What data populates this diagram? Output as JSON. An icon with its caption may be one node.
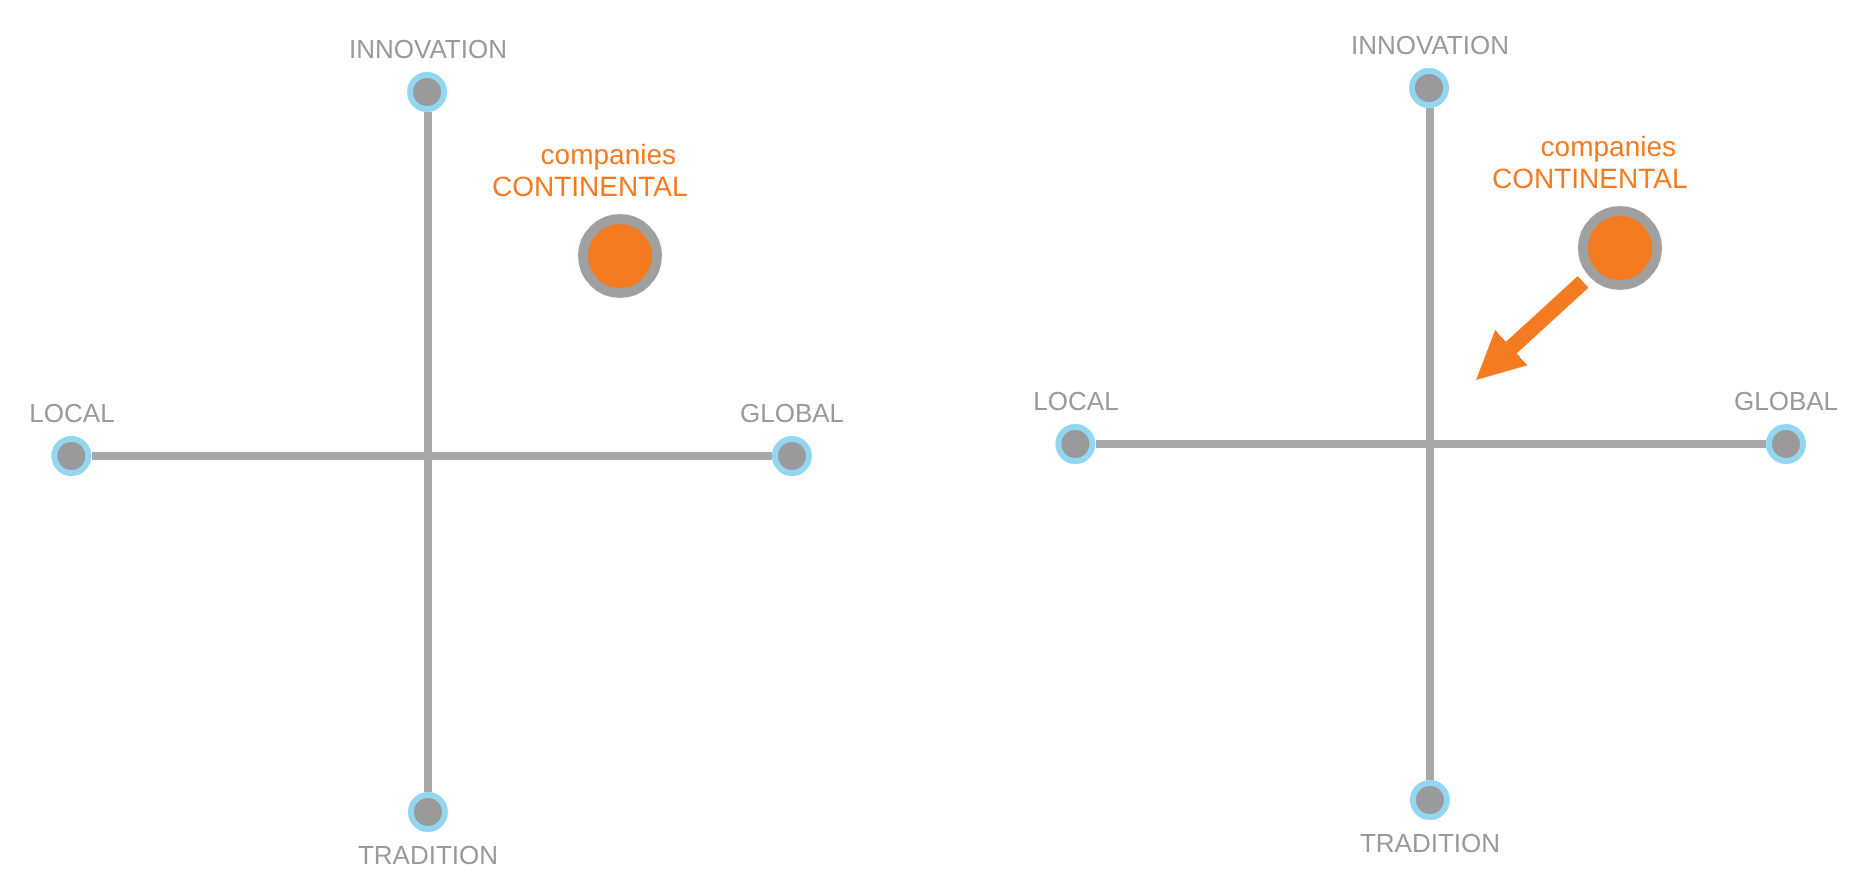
{
  "diagram": {
    "nodes": [
      {
        "text": [
          "INNOVATION"
        ]
      },
      {
        "text": [
          "LOCAL"
        ]
      },
      {
        "text": [
          "GLOBAL"
        ]
      },
      {
        "text": [
          "TRADITION"
        ]
      },
      {
        "text": [
          "companies CONTINENTAL"
        ]
      },
      {
        "text": [
          "INNOVATION"
        ]
      },
      {
        "text": [
          "LOCAL"
        ]
      },
      {
        "text": [
          "GLOBAL"
        ]
      },
      {
        "text": [
          "TRADITION"
        ]
      },
      {
        "text": [
          "companies CONTINENTAL"
        ]
      }
    ],
    "edges": [
      {
        "from": 0,
        "to": 3,
        "arrow": "none"
      },
      {
        "from": 1,
        "to": 2,
        "arrow": "none"
      },
      {
        "from": 5,
        "to": 8,
        "arrow": "none"
      },
      {
        "from": 6,
        "to": 7,
        "arrow": "none"
      },
      {
        "from": 9,
        "to": null,
        "arrow": "to",
        "style": "thick",
        "color": "#f47b20"
      }
    ]
  }
}
